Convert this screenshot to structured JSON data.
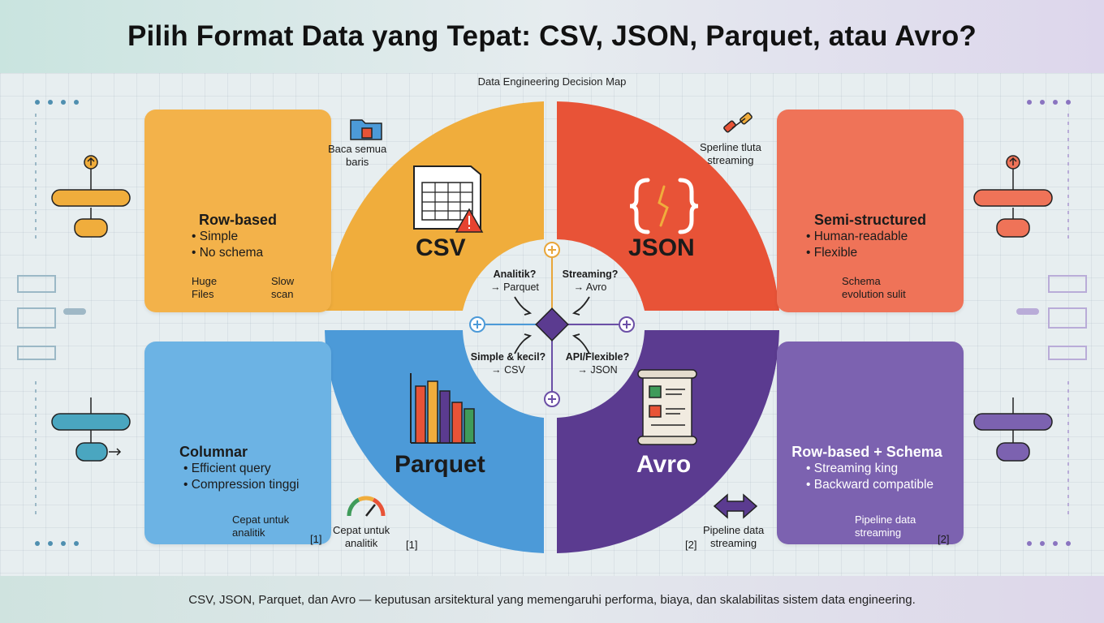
{
  "header": {
    "title": "Pilih Format Data yang Tepat: CSV, JSON, Parquet, atau Avro?",
    "subtitle": "Data Engineering Decision Map"
  },
  "colors": {
    "csv": "#f0ad3c",
    "json": "#e85337",
    "parquet": "#4c9ad8",
    "avro": "#5b3b90",
    "center_diamond": "#5b3b90"
  },
  "formats": {
    "csv": "CSV",
    "json": "JSON",
    "parquet": "Parquet",
    "avro": "Avro"
  },
  "cards": {
    "csv": {
      "title": "Row-based",
      "bullets": [
        "• Simple",
        "• No schema"
      ],
      "notes": [
        "Huge\nFiles",
        "Slow\nscan"
      ],
      "icons": [
        "spreadsheet-warning-icon",
        "database-cylinder-icon",
        "refresh-icon"
      ]
    },
    "json": {
      "title": "Semi-structured",
      "bullets": [
        "• Human-readable",
        "• Flexible"
      ],
      "notes": [
        "Schema\nevolution sulit"
      ],
      "icons": [
        "tree-hierarchy-icon",
        "chain-link-icon",
        "weight-icon"
      ]
    },
    "parquet": {
      "title": "Columnar",
      "bullets": [
        "• Efficient query",
        "• Compression tinggi"
      ],
      "notes": [
        "Cepat untuk\nanalitik"
      ],
      "ref": "[1]",
      "icons": [
        "chart-magnifier-icon",
        "speedometer-icon"
      ]
    },
    "avro": {
      "title": "Row-based + Schema",
      "bullets": [
        "• Streaming king",
        "• Backward compatible"
      ],
      "notes": [
        "Pipeline data\nstreaming"
      ],
      "ref": "[2]",
      "icons": [
        "bidirectional-arrows-icon",
        "pipeline-icon"
      ]
    }
  },
  "floating": {
    "csv_top": "Baca semua\nbaris",
    "json_top": "Sperline tluta\nstreaming",
    "parquet_bottom": "Cepat untuk\nanalitik",
    "parquet_ref": "[1]",
    "avro_bottom": "Pipeline data\nstreaming",
    "avro_ref": "[2]"
  },
  "center": {
    "q1": "Analitik?",
    "a1": "→ Parquet",
    "q2": "Streaming?",
    "a2": "→ Avro",
    "q3": "Simple & kecil?",
    "a3": "→ CSV",
    "q4": "API/Flexible?",
    "a4": "→ JSON"
  },
  "footer": {
    "text": "CSV, JSON, Parquet, dan Avro — keputusan arsitektural yang memengaruhi performa, biaya, dan skalabilitas sistem data engineering."
  }
}
